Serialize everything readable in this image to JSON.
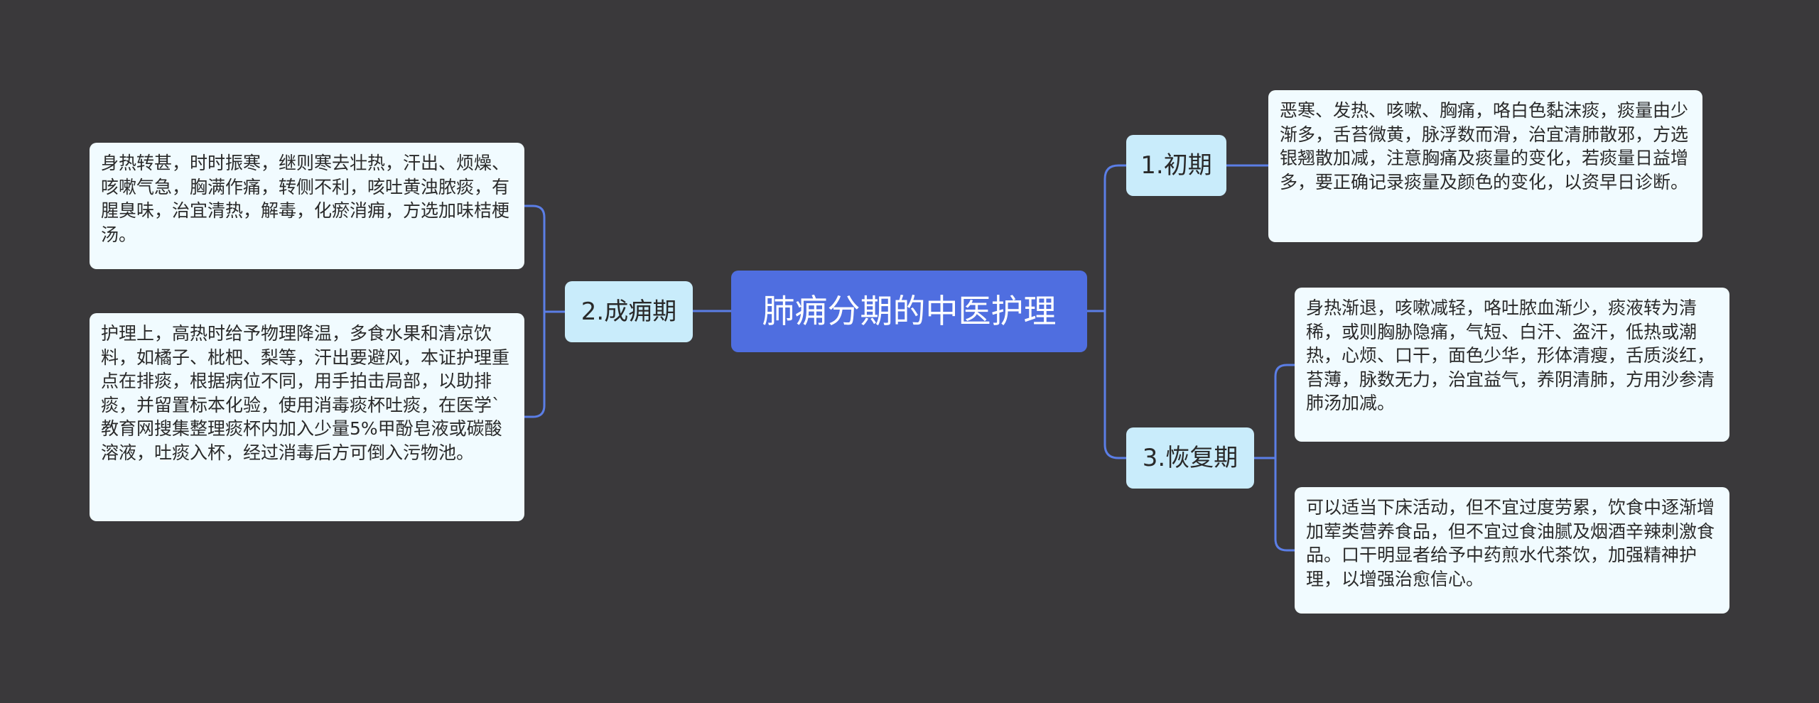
{
  "root": {
    "label": "肺痈分期的中医护理"
  },
  "branches": [
    {
      "label": "1.初期",
      "leaves": [
        "恶寒、发热、咳嗽、胸痛，咯白色黏沫痰，痰量由少渐多，舌苔微黄，脉浮数而滑，治宜清肺散邪，方选银翘散加减，注意胸痛及痰量的变化，若痰量日益增多，要正确记录痰量及颜色的变化，以资早日诊断。"
      ]
    },
    {
      "label": "2.成痈期",
      "leaves": [
        "身热转甚，时时振寒，继则寒去壮热，汗出、烦燥、咳嗽气急，胸满作痛，转侧不利，咳吐黄浊脓痰，有腥臭味，治宜清热，解毒，化瘀消痈，方选加味桔梗汤。",
        "护理上，高热时给予物理降温，多食水果和清凉饮料，如橘子、枇杷、梨等，汗出要避风，本证护理重点在排痰，根据病位不同，用手拍击局部，以助排痰，并留置标本化验，使用消毒痰杯吐痰，在医学`教育网搜集整理痰杯内加入少量5%甲酚皂液或碳酸溶液，吐痰入杯，经过消毒后方可倒入污物池。"
      ]
    },
    {
      "label": "3.恢复期",
      "leaves": [
        "身热渐退，咳嗽减轻，咯吐脓血渐少，痰液转为清稀，或则胸胁隐痛，气短、白汗、盗汗，低热或潮热，心烦、口干，面色少华，形体清瘦，舌质淡红，苔薄，脉数无力，治宜益气，养阴清肺，方用沙参清肺汤加减。",
        "可以适当下床活动，但不宜过度劳累，饮食中逐渐增加荤类营养食品，但不宜过食油腻及烟酒辛辣刺激食品。口干明显者给予中药煎水代茶饮，加强精神护理，以增强治愈信心。"
      ]
    }
  ],
  "colors": {
    "background": "#3a393b",
    "root": "#4f6ee0",
    "branch": "#c9ecfb",
    "leaf": "#f1fbff",
    "connector": "#5b7ee6"
  }
}
